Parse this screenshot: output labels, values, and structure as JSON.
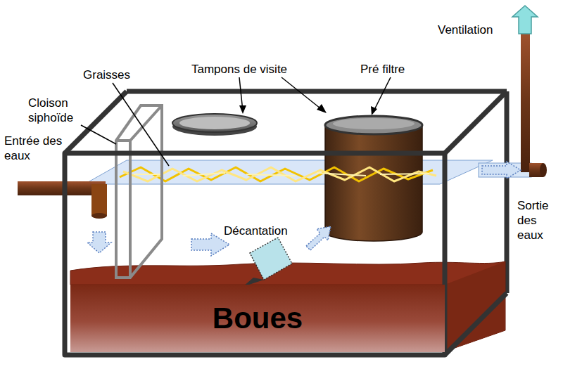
{
  "diagram": {
    "nodes": [
      {
        "text": [
          "Boues"
        ]
      }
    ],
    "labels": [
      "Ventilation",
      "Graisses",
      "Tampons de visite",
      "Pré filtre",
      "Cloison siphoïde",
      "Entrée des eaux",
      "Sortie des eaux",
      "Décantation"
    ]
  }
}
